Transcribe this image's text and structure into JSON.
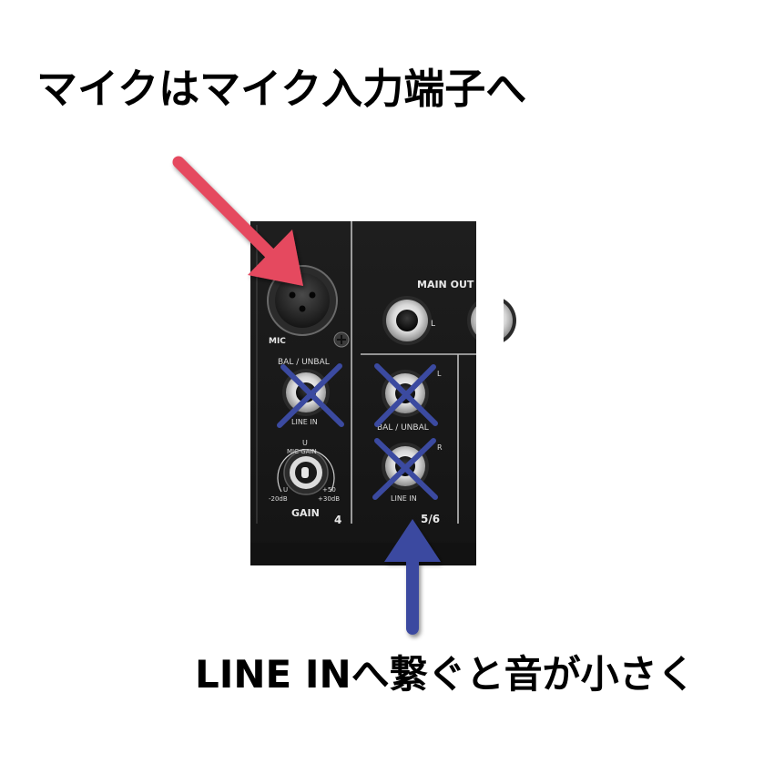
{
  "annotations": {
    "top_caption": "マイクはマイク入力端子へ",
    "bottom_caption": "LINE INへ繋ぐと音が小さく",
    "red_arrow_color": "#e5485f",
    "blue_arrow_color": "#3b4aa0",
    "cross_mark_color": "#3b4aa0"
  },
  "mixer_panel": {
    "main_out_label": "MAIN OUT",
    "main_out_left_label": "L",
    "mic_label": "MIC",
    "bal_unbal_label": "BAL / UNBAL",
    "line_in_label": "LINE IN",
    "mic_gain_label": "MIC GAIN",
    "gain_label": "GAIN",
    "gain_min": "-20dB",
    "gain_max": "+30dB",
    "gain_plus50": "+50",
    "gain_u_top": "U",
    "gain_u_left": "U",
    "channel_4_label": "4",
    "bal_unbal_label_56": "BAL / UNBAL",
    "line_in_label_56": "LINE IN",
    "left_label_56": "L",
    "right_label_56": "R",
    "channel_56_label": "5/6"
  }
}
